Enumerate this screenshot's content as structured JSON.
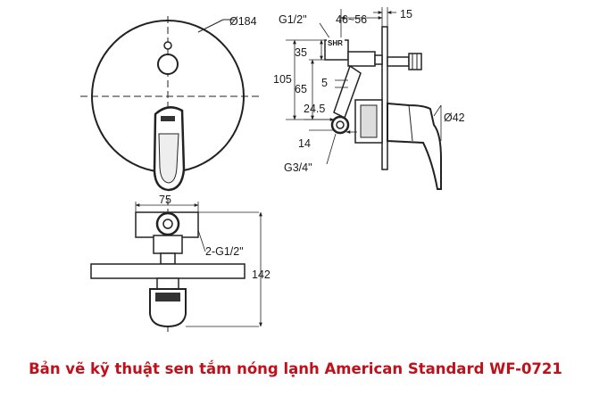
{
  "caption": "Bản vẽ kỹ thuật sen tắm nóng lạnh American Standard WF-0721",
  "dimensions": {
    "plate_diameter": "Ø184",
    "inlet_thread": "G1/2\"",
    "depth_range": "46~56",
    "plate_offset": "15",
    "dim_35": "35",
    "dim_105": "105",
    "dim_65": "65",
    "dim_5": "5",
    "dim_24_5": "24.5",
    "handle_diameter": "Ø42",
    "dim_14": "14",
    "outlet_thread": "G3/4\"",
    "body_width": "75",
    "bottom_threads": "2-G1/2\"",
    "total_height": "142"
  },
  "brand_mark": "SHR"
}
